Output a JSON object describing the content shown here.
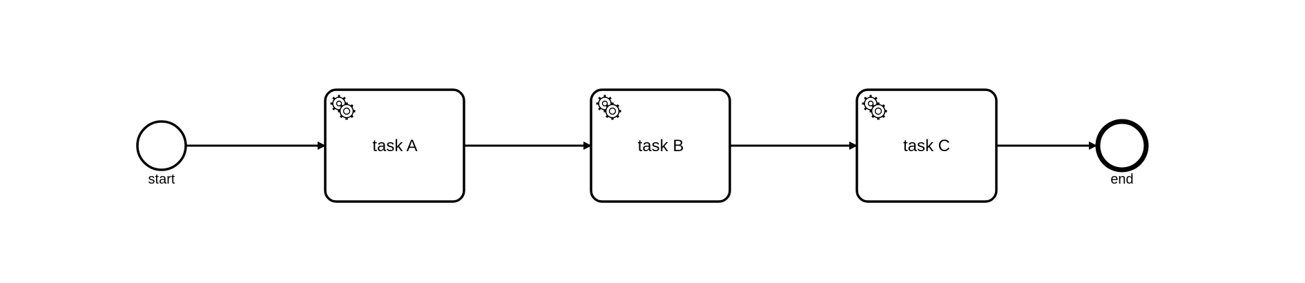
{
  "diagram": {
    "start_event": {
      "label": "start",
      "icon": "start-event-circle"
    },
    "tasks": [
      {
        "label": "task A",
        "icon": "gear-icon"
      },
      {
        "label": "task B",
        "icon": "gear-icon"
      },
      {
        "label": "task C",
        "icon": "gear-icon"
      }
    ],
    "end_event": {
      "label": "end",
      "icon": "end-event-circle"
    },
    "stroke_color": "#000000",
    "background_color": "#ffffff"
  }
}
